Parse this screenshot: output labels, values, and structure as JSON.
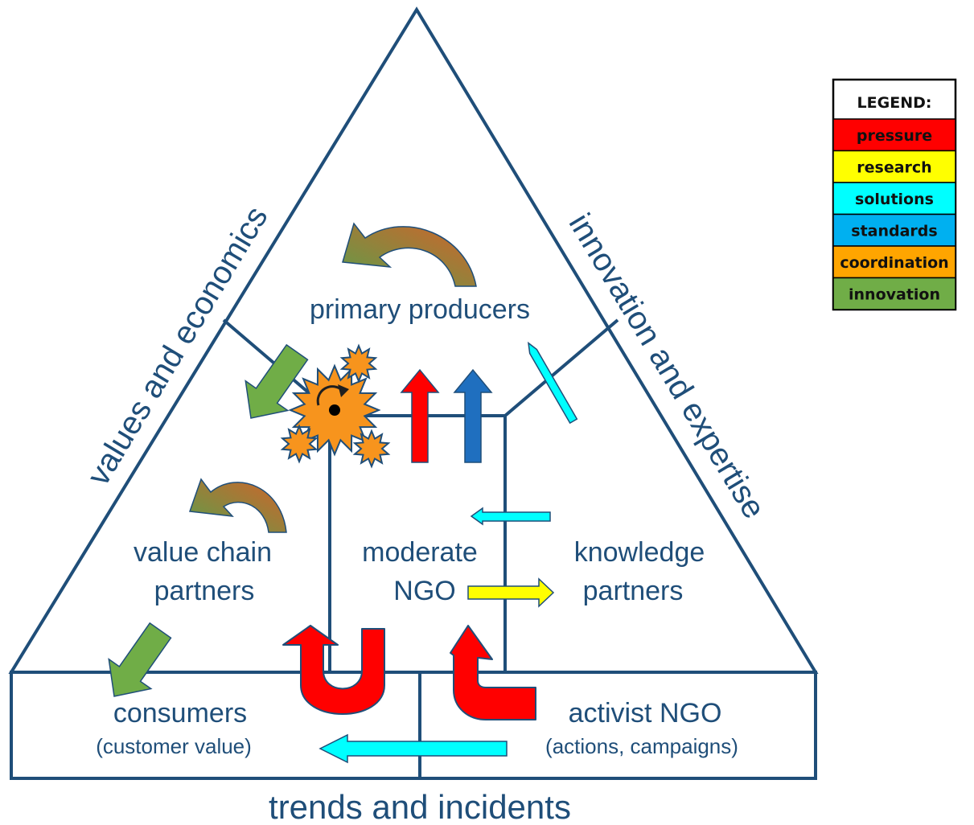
{
  "sides": {
    "left": "values and economics",
    "right": "innovation and expertise",
    "bottom": "trends and incidents"
  },
  "nodes": {
    "primary_producers": "primary  producers",
    "value_chain_line1": "value  chain",
    "value_chain_line2": "partners",
    "moderate_ngo_line1": "moderate",
    "moderate_ngo_line2": "NGO",
    "knowledge_line1": "knowledge",
    "knowledge_line2": "partners",
    "consumers": "consumers",
    "consumers_sub": "(customer value)",
    "activist_ngo": "activist  NGO",
    "activist_ngo_sub": "(actions, campaigns)"
  },
  "legend": {
    "title": "LEGEND:",
    "items": [
      {
        "label": "pressure",
        "color": "#ff0000"
      },
      {
        "label": "research",
        "color": "#ffff00"
      },
      {
        "label": "solutions",
        "color": "#00ffff"
      },
      {
        "label": "standards",
        "color": "#00b0f0"
      },
      {
        "label": "coordination",
        "color": "#ffa500"
      },
      {
        "label": "innovation",
        "color": "#70ad47"
      }
    ]
  },
  "colors": {
    "line": "#1f4e79",
    "pressure": "#ff0000",
    "research": "#ffff00",
    "solutions": "#00ffff",
    "standards": "#1f6fbf",
    "coordination": "#f7941d",
    "innovation": "#70ad47"
  }
}
